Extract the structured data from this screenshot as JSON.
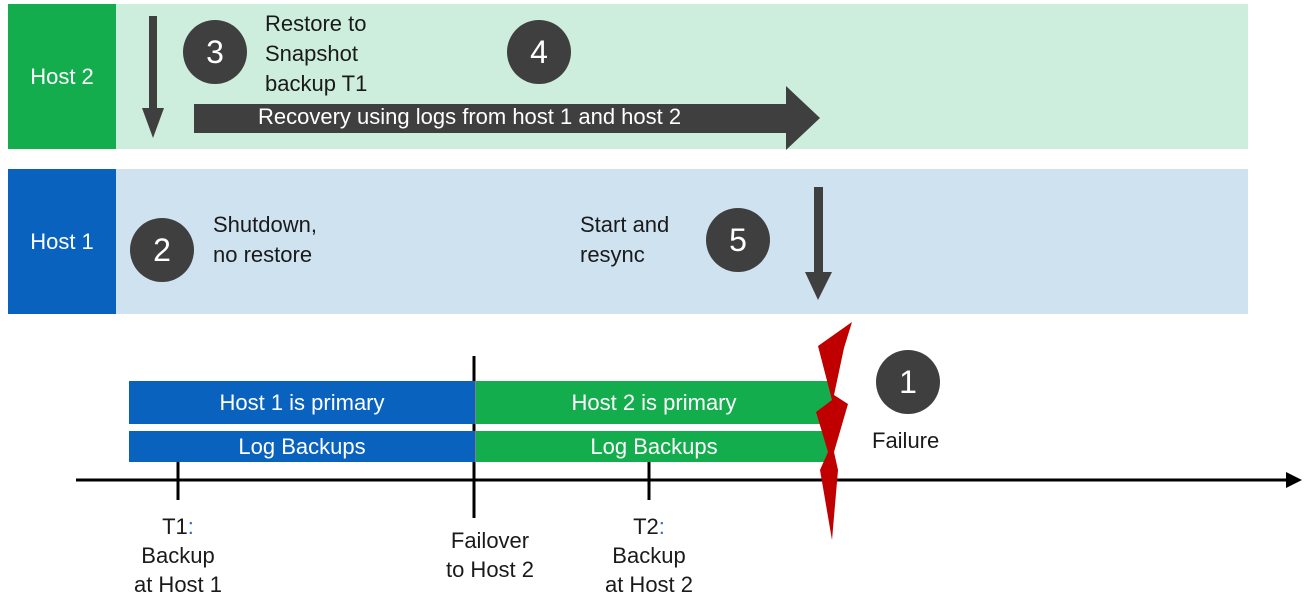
{
  "lanes": {
    "host2": {
      "label": "Host 2"
    },
    "host1": {
      "label": "Host 1"
    }
  },
  "steps": {
    "s1": "1",
    "s2": "2",
    "s3": "3",
    "s4": "4",
    "s5": "5"
  },
  "notes": {
    "restore": "Restore to\nSnapshot\nbackup T1",
    "recovery": "Recovery using logs from host 1 and host 2",
    "shutdown": "Shutdown,\nno restore",
    "start_resync": "Start and\nresync",
    "failure": "Failure"
  },
  "bars": {
    "host1_primary": "Host 1 is primary",
    "host1_logs": "Log Backups",
    "host2_primary": "Host 2 is primary",
    "host2_logs": "Log Backups"
  },
  "timeline": {
    "t1_tag": "T1",
    "t1_colon": ":",
    "t1_rest": "Backup\nat Host 1",
    "failover": "Failover\nto Host 2",
    "t2_tag": "T2",
    "t2_colon": ":",
    "t2_rest": "Backup\nat Host 2"
  },
  "colors": {
    "host2_green": "#14ad4d",
    "host1_blue": "#0a62bf",
    "lane_green": "#cdeedc",
    "lane_blue": "#cfe2f0",
    "step_gray": "#3f3f3f",
    "failure_red": "#c00000"
  }
}
